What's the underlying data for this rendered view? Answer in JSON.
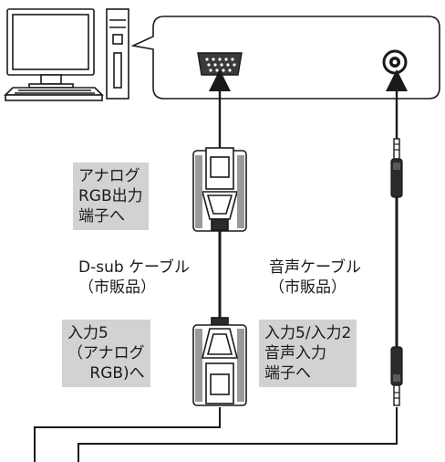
{
  "labels": {
    "rgb_output": [
      "アナログ",
      "RGB出力",
      "端子へ"
    ],
    "dsub_cable": [
      "D-sub ケーブル",
      "（市販品）"
    ],
    "audio_cable": [
      "音声ケーブル",
      "（市販品）"
    ],
    "input5_rgb": [
      "入力5",
      "（アナログ",
      "RGB)へ"
    ],
    "audio_input": [
      "入力5/入力2",
      "音声入力",
      "端子へ"
    ]
  },
  "colors": {
    "line": "#1a1a1a",
    "label_background": "#d2d2d2",
    "connector_fill": "#ffffff",
    "cable_dark": "#2b2b2b"
  },
  "icons": {
    "pc": "desktop-pc-with-tower-icon",
    "vga_port": "vga-d-sub-port-icon",
    "audio_jack": "audio-jack-port-icon",
    "dsub_plug": "d-sub-plug-icon",
    "audio_plug": "stereo-mini-plug-icon"
  }
}
